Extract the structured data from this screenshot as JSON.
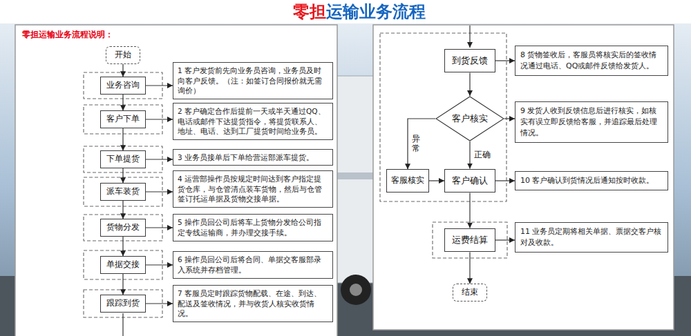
{
  "diagram": {
    "title": "零担运输业务流程",
    "nodes": [
      {
        "text": [
          "开始"
        ]
      },
      {
        "text": [
          "业务咨询"
        ]
      },
      {
        "text": [
          "1 客户发货前先向业务员咨询，业务员及时向客户反馈。（注：如签订合同报价就无需询价）"
        ]
      },
      {
        "text": [
          "客户下单"
        ]
      },
      {
        "text": [
          "2 客户确定合作后提前一天或半天通过QQ、电话或邮件下达提货指令，将提货联系人、地址、电话、达到工厂提货时间给业务员。"
        ]
      },
      {
        "text": [
          "下单提货"
        ]
      },
      {
        "text": [
          "3 业务员接单后下单给营运部派车提货。"
        ]
      },
      {
        "text": [
          "派车装货"
        ]
      },
      {
        "text": [
          "4 运营部操作员按规定时间达到客户指定提货仓库，与仓管清点装车货物，然后与仓管签订托运单据及货物交接单据。"
        ]
      },
      {
        "text": [
          "货物分发"
        ]
      },
      {
        "text": [
          "5 操作员回公司后将车上货物分发给公司指定专线运输商，并办理交接手续。"
        ]
      },
      {
        "text": [
          "单据交接"
        ]
      },
      {
        "text": [
          "6 操作员回公司后将合同、单据交客服部录入系统并存档管理。"
        ]
      },
      {
        "text": [
          "跟踪到货"
        ]
      },
      {
        "text": [
          "7 客服员定时跟踪货物配载、在途、到达、配送及签收情况，并与收货人核实收货情况。"
        ]
      },
      {
        "text": [
          "到货反馈"
        ]
      },
      {
        "text": [
          "8 货物签收后，客服员将核实后的签收情况通过电话、QQ或邮件反馈给发货人。"
        ]
      },
      {
        "text": [
          "客户核实"
        ]
      },
      {
        "text": [
          "9 发货人收到反馈信息后进行核实，如核实有误立即反馈给客服，并追踪最后处理情况。"
        ]
      },
      {
        "text": [
          "客服核实"
        ]
      },
      {
        "text": [
          "客户确认"
        ]
      },
      {
        "text": [
          "10 客户确认到货情况后通知按时收款。"
        ]
      },
      {
        "text": [
          "运费结算"
        ]
      },
      {
        "text": [
          "11 业务员定期将相关单据、票据交客户核对及收款。"
        ]
      },
      {
        "text": [
          "结束"
        ]
      }
    ],
    "edges": [
      {
        "from": 0,
        "to": 1,
        "arrow": "to"
      },
      {
        "from": 1,
        "to": 2,
        "arrow": "to"
      },
      {
        "from": 1,
        "to": 3,
        "arrow": "to"
      },
      {
        "from": 3,
        "to": 4,
        "arrow": "to"
      },
      {
        "from": 3,
        "to": 5,
        "arrow": "to"
      },
      {
        "from": 5,
        "to": 6,
        "arrow": "to"
      },
      {
        "from": 5,
        "to": 7,
        "arrow": "to"
      },
      {
        "from": 7,
        "to": 8,
        "arrow": "to"
      },
      {
        "from": 7,
        "to": 9,
        "arrow": "to"
      },
      {
        "from": 9,
        "to": 10,
        "arrow": "to"
      },
      {
        "from": 9,
        "to": 11,
        "arrow": "to"
      },
      {
        "from": 11,
        "to": 12,
        "arrow": "to"
      },
      {
        "from": 11,
        "to": 13,
        "arrow": "to"
      },
      {
        "from": 13,
        "to": 14,
        "arrow": "to"
      },
      {
        "from": 15,
        "to": 16,
        "arrow": "to"
      },
      {
        "from": 15,
        "to": 17,
        "arrow": "to"
      },
      {
        "from": 17,
        "to": 18,
        "arrow": "to"
      },
      {
        "from": 17,
        "to": 19,
        "label": "异常",
        "arrow": "to"
      },
      {
        "from": 17,
        "to": 20,
        "label": "正确",
        "arrow": "to"
      },
      {
        "from": 19,
        "to": 20,
        "arrow": "to"
      },
      {
        "from": 20,
        "to": 21,
        "arrow": "to"
      },
      {
        "from": 20,
        "to": 22,
        "arrow": "to"
      },
      {
        "from": 22,
        "to": 23,
        "arrow": "to"
      },
      {
        "from": 22,
        "to": 24,
        "arrow": "to"
      }
    ],
    "labels": [
      "零担运输业务流程说明："
    ]
  }
}
